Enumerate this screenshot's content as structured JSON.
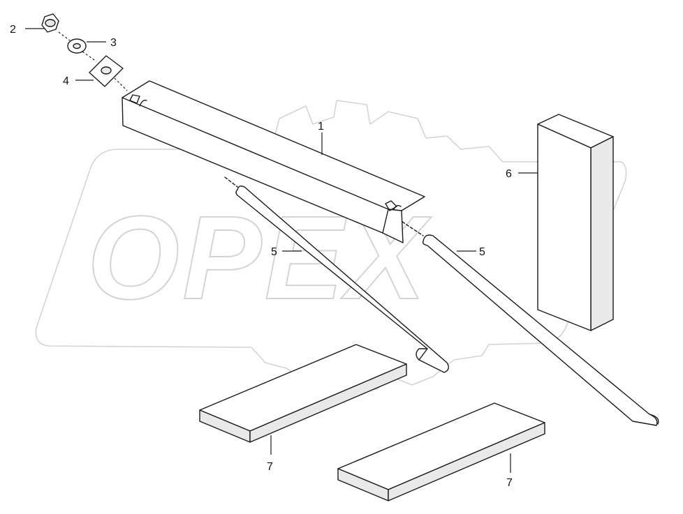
{
  "watermark": {
    "text": "OPEX"
  },
  "callouts": {
    "part_1": "1",
    "part_2": "2",
    "part_3": "3",
    "part_4": "4",
    "part_5a": "5",
    "part_5b": "5",
    "part_6": "6",
    "part_7a": "7",
    "part_7b": "7"
  }
}
